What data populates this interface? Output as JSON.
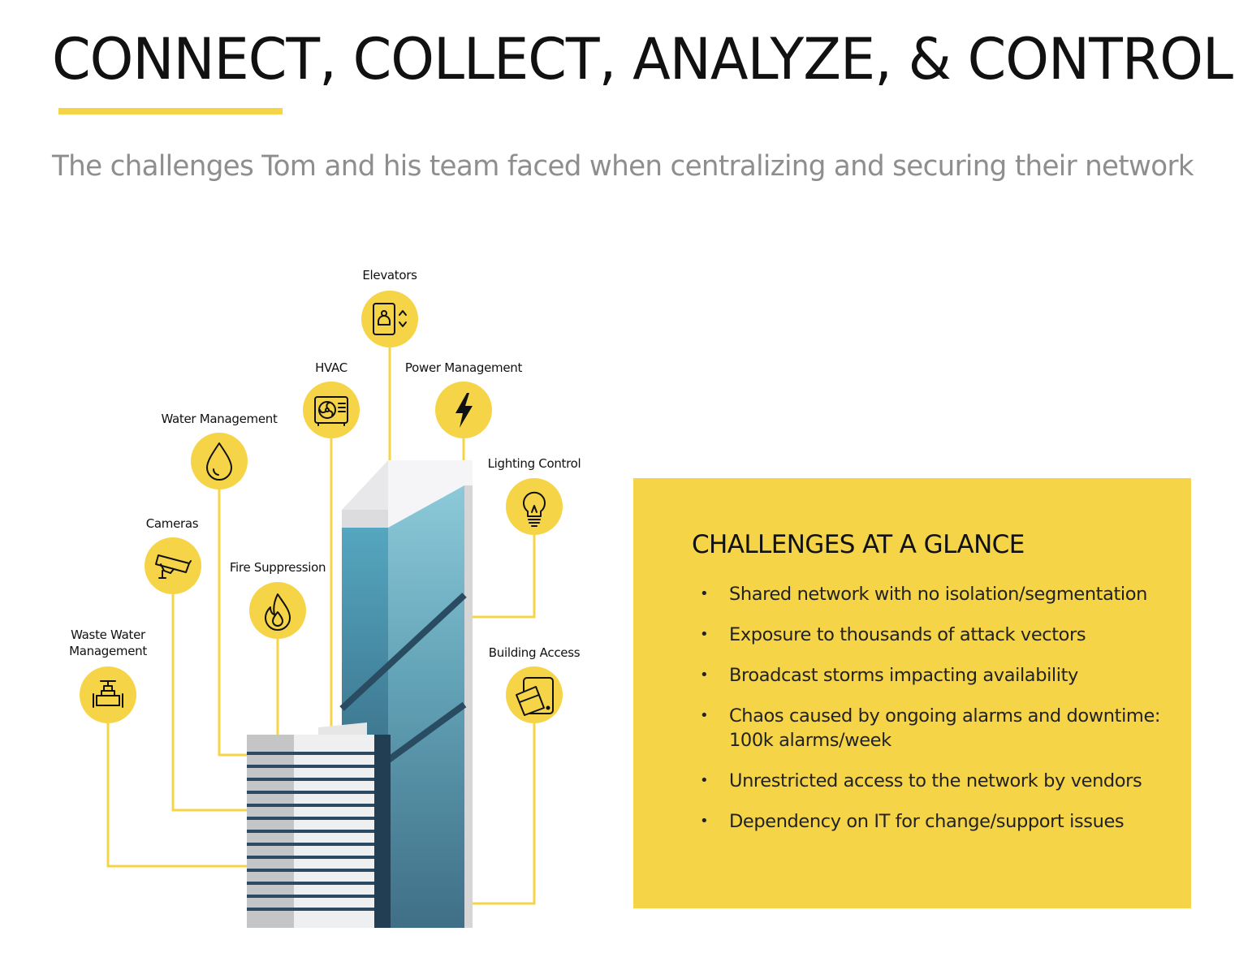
{
  "header": {
    "title": "CONNECT, COLLECT, ANALYZE, & CONTROL",
    "subtitle": "The challenges Tom and his team faced when centralizing and securing their network"
  },
  "colors": {
    "accent": "#f5d547",
    "box_bg": "#f6d447",
    "line": "#f5d547",
    "tower_blue": "#4a88a3"
  },
  "systems": {
    "elevators": {
      "label": "Elevators",
      "icon": "elevator-icon"
    },
    "hvac": {
      "label": "HVAC",
      "icon": "hvac-fan-icon"
    },
    "power": {
      "label": "Power Management",
      "icon": "lightning-bolt-icon"
    },
    "water": {
      "label": "Water Management",
      "icon": "water-drop-icon"
    },
    "lighting": {
      "label": "Lighting Control",
      "icon": "light-bulb-icon"
    },
    "cameras": {
      "label": "Cameras",
      "icon": "security-camera-icon"
    },
    "fire": {
      "label": "Fire Suppression",
      "icon": "flame-icon"
    },
    "wastewater": {
      "label_line1": "Waste Water",
      "label_line2": "Management",
      "icon": "valve-pipe-icon"
    },
    "access": {
      "label": "Building Access",
      "icon": "access-card-icon"
    }
  },
  "challenges": {
    "title": "CHALLENGES AT A GLANCE",
    "items": [
      "Shared network with no isolation/segmentation",
      "Exposure to thousands of attack vectors",
      "Broadcast storms impacting availability",
      "Chaos caused by ongoing alarms and downtime: 100k alarms/week",
      "Unrestricted access to the network by vendors",
      "Dependency on IT for change/support issues"
    ]
  }
}
